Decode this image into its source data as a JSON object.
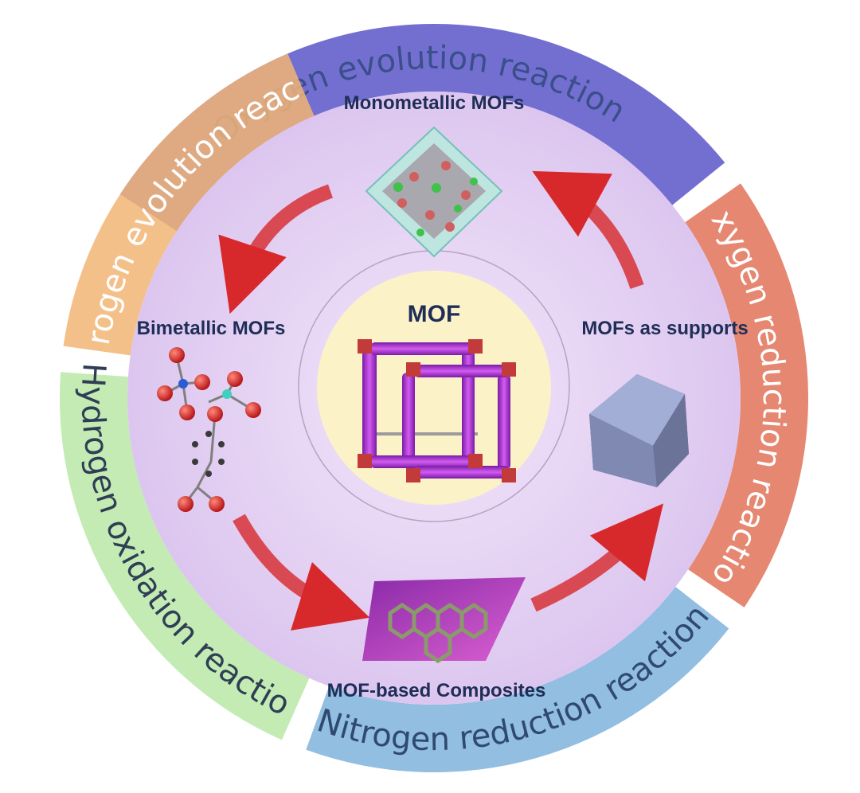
{
  "segments": [
    {
      "label": "Oxygen evolution reaction",
      "fill": "#5b56c9",
      "text_color": "#3a4f8a"
    },
    {
      "label": "Oxygen reduction reaction",
      "fill": "#e07258",
      "text_color": "#ffffff"
    },
    {
      "label": "Nitrogen reduction reaction",
      "fill": "#7fb3dc",
      "text_color": "#2f4a6e"
    },
    {
      "label": "Hydrogen oxidation reaction",
      "fill": "#b9e8a6",
      "text_color": "#2f3e55"
    },
    {
      "label": "Hydrogen evolution reaction",
      "fill": "#f2b574",
      "text_color": "#ffffff"
    }
  ],
  "center": {
    "title": "MOF"
  },
  "nodes": {
    "monometallic": "Monometallic  MOFs",
    "bimetallic": "Bimetallic MOFs",
    "supports": "MOFs as supports",
    "composites": "MOF-based Composites"
  },
  "colors": {
    "inner_disc": "#ebd9f5",
    "center_disc": "#fbf2c8",
    "arrow": "#d7282b",
    "label_text": "#1f2e57"
  }
}
